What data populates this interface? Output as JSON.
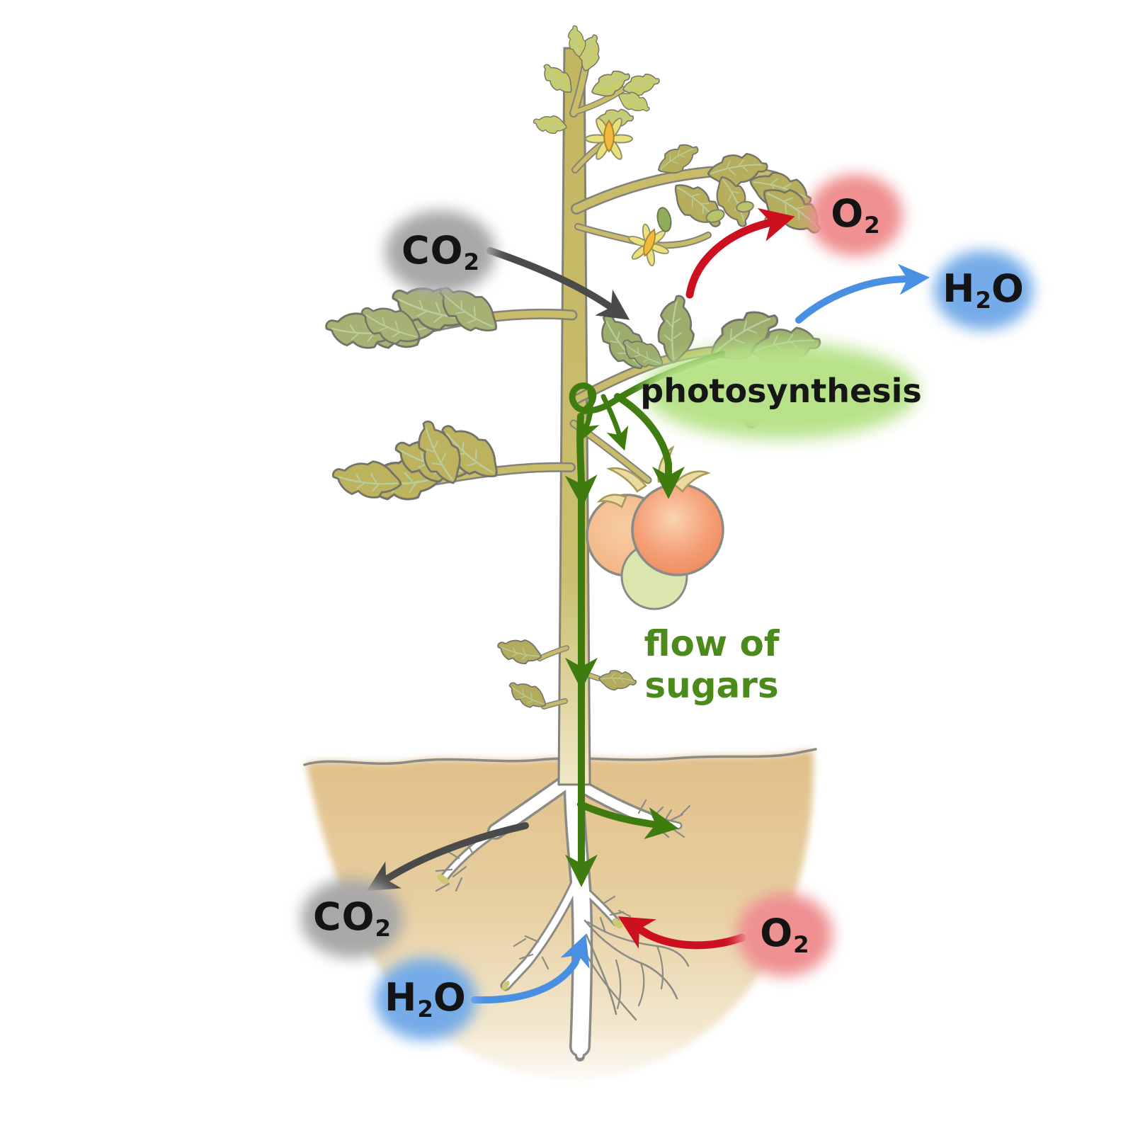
{
  "labels": {
    "co2_above": {
      "p1": "CO",
      "sub": "2",
      "p2": ""
    },
    "o2_above": {
      "p1": "O",
      "sub": "2",
      "p2": ""
    },
    "h2o_above": {
      "p1": "H",
      "sub": "2",
      "p2": "O"
    },
    "photosynthesis": "photosynthesis",
    "flow_of_sugars": {
      "line1": "flow of",
      "line2": "sugars"
    },
    "co2_below": {
      "p1": "CO",
      "sub": "2",
      "p2": ""
    },
    "h2o_below": {
      "p1": "H",
      "sub": "2",
      "p2": "O"
    },
    "o2_below": {
      "p1": "O",
      "sub": "2",
      "p2": ""
    }
  },
  "colors": {
    "co2_bubble_gray": "#a8a8a8",
    "o2_bubble_pink": "#ef9092",
    "h2o_bubble_blue": "#74abe8",
    "photosynthesis_bubble_green": "#b7e289",
    "sugar_flow_arrow_green": "#3e7c10",
    "sugars_text_green": "#4c8a1b",
    "o2_arrow_red": "#cc1020",
    "h2o_arrow_blue": "#4a90e2",
    "co2_arrow_dark_gray": "#4a4a4a",
    "soil_tan": "#e2c18c",
    "stem_olive": "#c8bc6a",
    "tomato_orange": "#ef8457"
  }
}
